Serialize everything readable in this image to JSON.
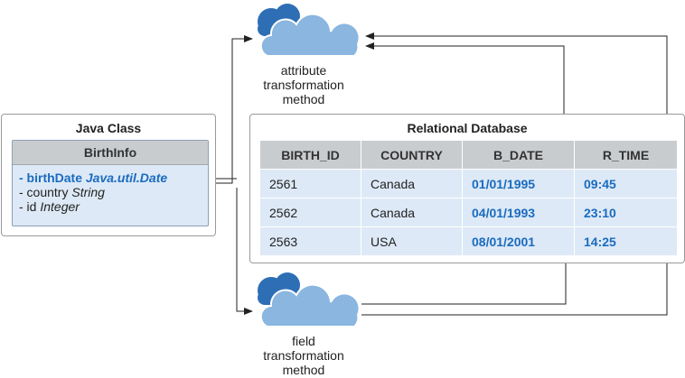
{
  "attribute_cloud": {
    "line1": "attribute",
    "line2": "transformation",
    "line3": "method"
  },
  "field_cloud": {
    "line1": "field",
    "line2": "transformation",
    "line3": "method"
  },
  "java_class": {
    "title": "Java Class",
    "class_name": "BirthInfo",
    "attributes": [
      {
        "prefix": "- birthDate ",
        "type": "Java.util.Date"
      },
      {
        "prefix": "- country ",
        "type": "String"
      },
      {
        "prefix": "- id ",
        "type": "Integer"
      }
    ]
  },
  "database": {
    "title": "Relational Database",
    "columns": [
      "BIRTH_ID",
      "COUNTRY",
      "B_DATE",
      "R_TIME"
    ],
    "rows": [
      [
        "2561",
        "Canada",
        "01/01/1995",
        "09:45"
      ],
      [
        "2562",
        "Canada",
        "04/01/1993",
        "23:10"
      ],
      [
        "2563",
        "USA",
        "08/01/2001",
        "14:25"
      ]
    ]
  },
  "colors": {
    "accent": "#1a6bbf",
    "cloud_dark": "#2e6eb5",
    "cloud_light": "#8ab6e0",
    "table_fill": "#dde9f6",
    "header_fill": "#c9cccf"
  }
}
